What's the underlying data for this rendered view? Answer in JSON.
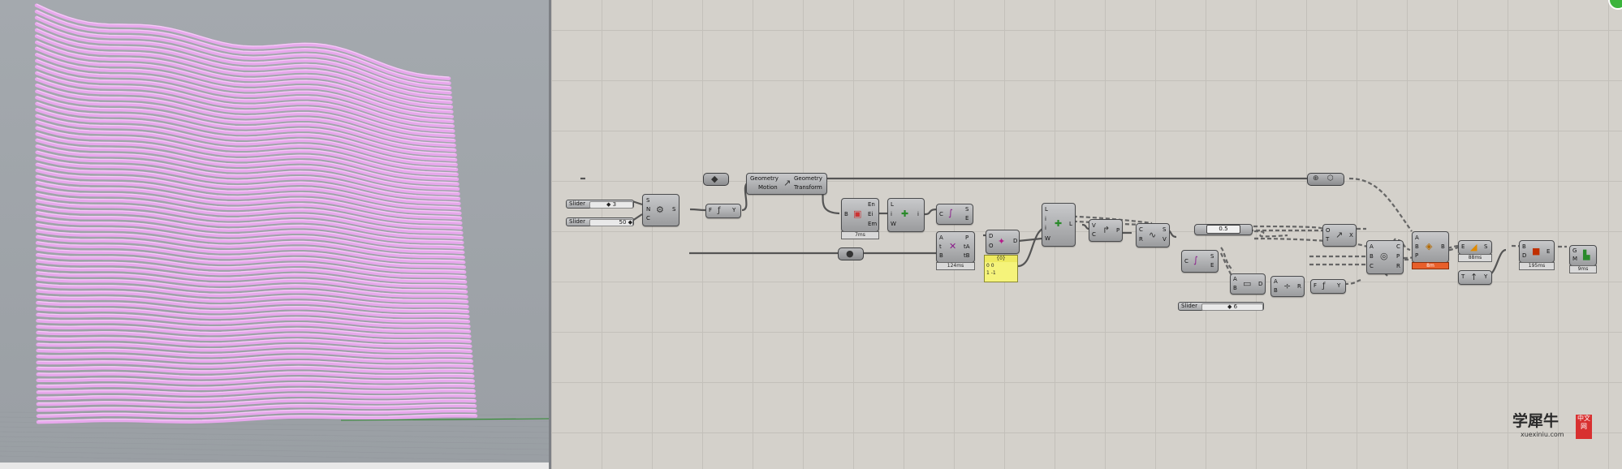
{
  "viewport": {
    "panel_name": "Rhino viewport",
    "fill_color": "#e7a8ec",
    "highlight_color": "#f4cdf6",
    "ground_color": "#8c9096",
    "axis_color": "#2e8a2e"
  },
  "canvas": {
    "panel_name": "Grasshopper canvas",
    "background": "#d4d1cb",
    "components": {
      "slider1": {
        "label": "Slider",
        "value": "◆ 3"
      },
      "slider2": {
        "label": "Slider",
        "value": "50 ◆"
      },
      "slider3": {
        "label": "Slider",
        "value": "◆ 6"
      },
      "series": {
        "inputs": [
          "S",
          "N",
          "C"
        ],
        "output": "S"
      },
      "fx": {
        "inputs": [
          "F"
        ],
        "output": "Y"
      },
      "motion": {
        "in_top": "Geometry",
        "in_bottom": "Motion",
        "out_top": "Geometry",
        "out_bottom": "Transform"
      },
      "box": {
        "inputs": [
          "B"
        ],
        "outputs": [
          "En",
          "Ei",
          "Em"
        ],
        "timer": "7ms"
      },
      "list1": {
        "inputs": [
          "L",
          "i",
          "W"
        ],
        "output": "i"
      },
      "curve1": {
        "inputs": [
          "C"
        ],
        "outputs": [
          "S",
          "E"
        ]
      },
      "evaluate": {
        "inputs": [
          "A",
          "t",
          "B"
        ],
        "outputs": [
          "P",
          "tA",
          "tB"
        ],
        "timer": "124ms"
      },
      "dispatch": {
        "inputs": [
          "D",
          "O"
        ],
        "output": "D"
      },
      "weave": {
        "inputs": [
          "L",
          "i",
          "i",
          "W"
        ],
        "output": "L"
      },
      "yellow_panel": {
        "header": "{0}",
        "lines": [
          "0  0",
          "1  -1"
        ]
      },
      "vc": {
        "inputs": [
          "V",
          "C"
        ],
        "output": "P"
      },
      "sc": {
        "inputs": [
          "C",
          "R"
        ],
        "outputs": [
          "S",
          "V"
        ]
      },
      "numbox": "0.5",
      "curve2": {
        "inputs": [
          "C"
        ],
        "outputs": [
          "S",
          "E"
        ]
      },
      "ot": {
        "inputs": [
          "O",
          "T"
        ],
        "output": "X"
      },
      "abd": {
        "inputs": [
          "A",
          "B"
        ],
        "output": "D"
      },
      "ab": {
        "inputs": [
          "A",
          "B"
        ],
        "output": "R"
      },
      "fy": {
        "inputs": [
          "F"
        ],
        "output": "Y"
      },
      "pipe": {
        "inputs": [
          "A",
          "B",
          "C"
        ],
        "outputs": [
          "C",
          "P",
          "R"
        ]
      },
      "loft": {
        "inputs": [
          "A",
          "B",
          "P"
        ],
        "output": "B",
        "error": "8m"
      },
      "es": {
        "inputs": [
          "E"
        ],
        "output": "S",
        "timer": "88ms"
      },
      "ty": {
        "inputs": [
          "T"
        ],
        "output": "Y"
      },
      "bd": {
        "inputs": [
          "B",
          "D"
        ],
        "output": "E",
        "timer": "195ms"
      },
      "gm": {
        "inputs": [
          "G",
          "M"
        ],
        "timer": "9ms"
      }
    }
  },
  "watermark": {
    "main": "学犀牛",
    "badge": "中文网",
    "url": "xuexiniu.com"
  }
}
